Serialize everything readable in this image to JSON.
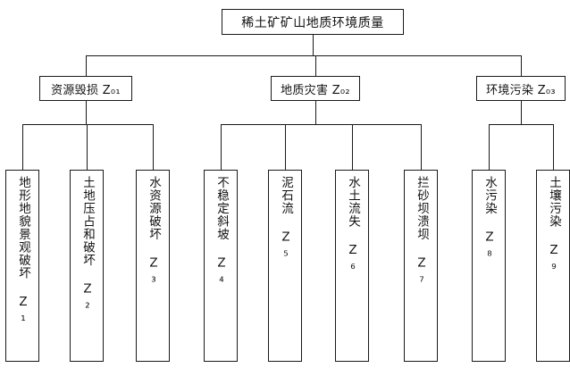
{
  "diagram": {
    "type": "hierarchy-tree",
    "orientation": "top-down",
    "levels": 3,
    "line_color": "#1a1a1a",
    "text_color": "#111111",
    "background": "#ffffff",
    "root": {
      "label": "稀土矿矿山地质环境质量"
    },
    "categories": [
      {
        "id": "Z01",
        "label": "资源毁损 Z₀₁"
      },
      {
        "id": "Z02",
        "label": "地质灾害 Z₀₂"
      },
      {
        "id": "Z03",
        "label": "环境污染 Z₀₃"
      }
    ],
    "indicators": [
      {
        "id": "Z1",
        "label": "地形地貌景观破坏 Z₁",
        "parent": "Z01"
      },
      {
        "id": "Z2",
        "label": "土地压占和破坏 Z₂",
        "parent": "Z01"
      },
      {
        "id": "Z3",
        "label": "水资源破坏 Z₃",
        "parent": "Z01"
      },
      {
        "id": "Z4",
        "label": "不稳定斜坡 Z₄",
        "parent": "Z02"
      },
      {
        "id": "Z5",
        "label": "泥石流 Z₅",
        "parent": "Z02"
      },
      {
        "id": "Z6",
        "label": "水土流失 Z₆",
        "parent": "Z02"
      },
      {
        "id": "Z7",
        "label": "拦砂坝溃坝 Z₇",
        "parent": "Z02"
      },
      {
        "id": "Z8",
        "label": "水污染 Z₈",
        "parent": "Z03"
      },
      {
        "id": "Z9",
        "label": "土壤污染 Z₉",
        "parent": "Z03"
      }
    ]
  }
}
